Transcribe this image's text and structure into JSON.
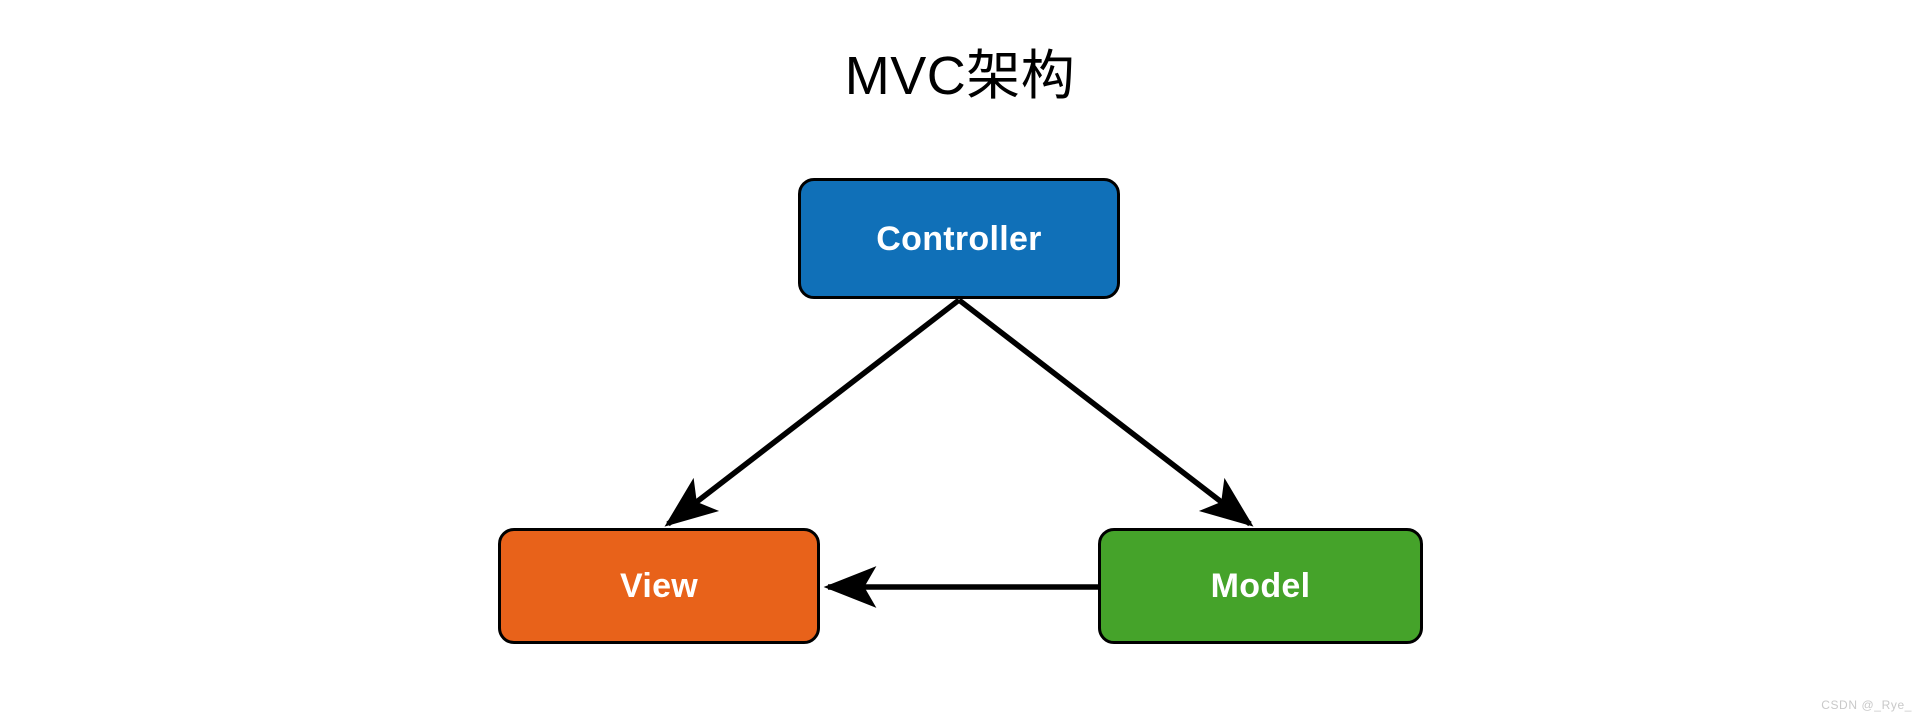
{
  "title": "MVC架构",
  "watermark": "CSDN @_Rye_",
  "colors": {
    "background": "#ffffff",
    "controller_fill": "#1070b8",
    "view_fill": "#e8621a",
    "model_fill": "#45a32a",
    "node_border": "#000000",
    "node_text": "#ffffff",
    "connector": "#000000",
    "title_text": "#000000",
    "watermark_text": "#c9c9c9"
  },
  "nodes": [
    {
      "id": "controller",
      "label": "Controller"
    },
    {
      "id": "view",
      "label": "View"
    },
    {
      "id": "model",
      "label": "Model"
    }
  ],
  "connectors": [
    {
      "id": "controller-to-view",
      "from": "controller",
      "to": "view",
      "style": "solid",
      "arrowhead": "end",
      "label": ""
    },
    {
      "id": "controller-to-model",
      "from": "controller",
      "to": "model",
      "style": "solid",
      "arrowhead": "end",
      "label": ""
    },
    {
      "id": "model-to-view",
      "from": "model",
      "to": "view",
      "style": "solid",
      "arrowhead": "end",
      "label": ""
    }
  ]
}
